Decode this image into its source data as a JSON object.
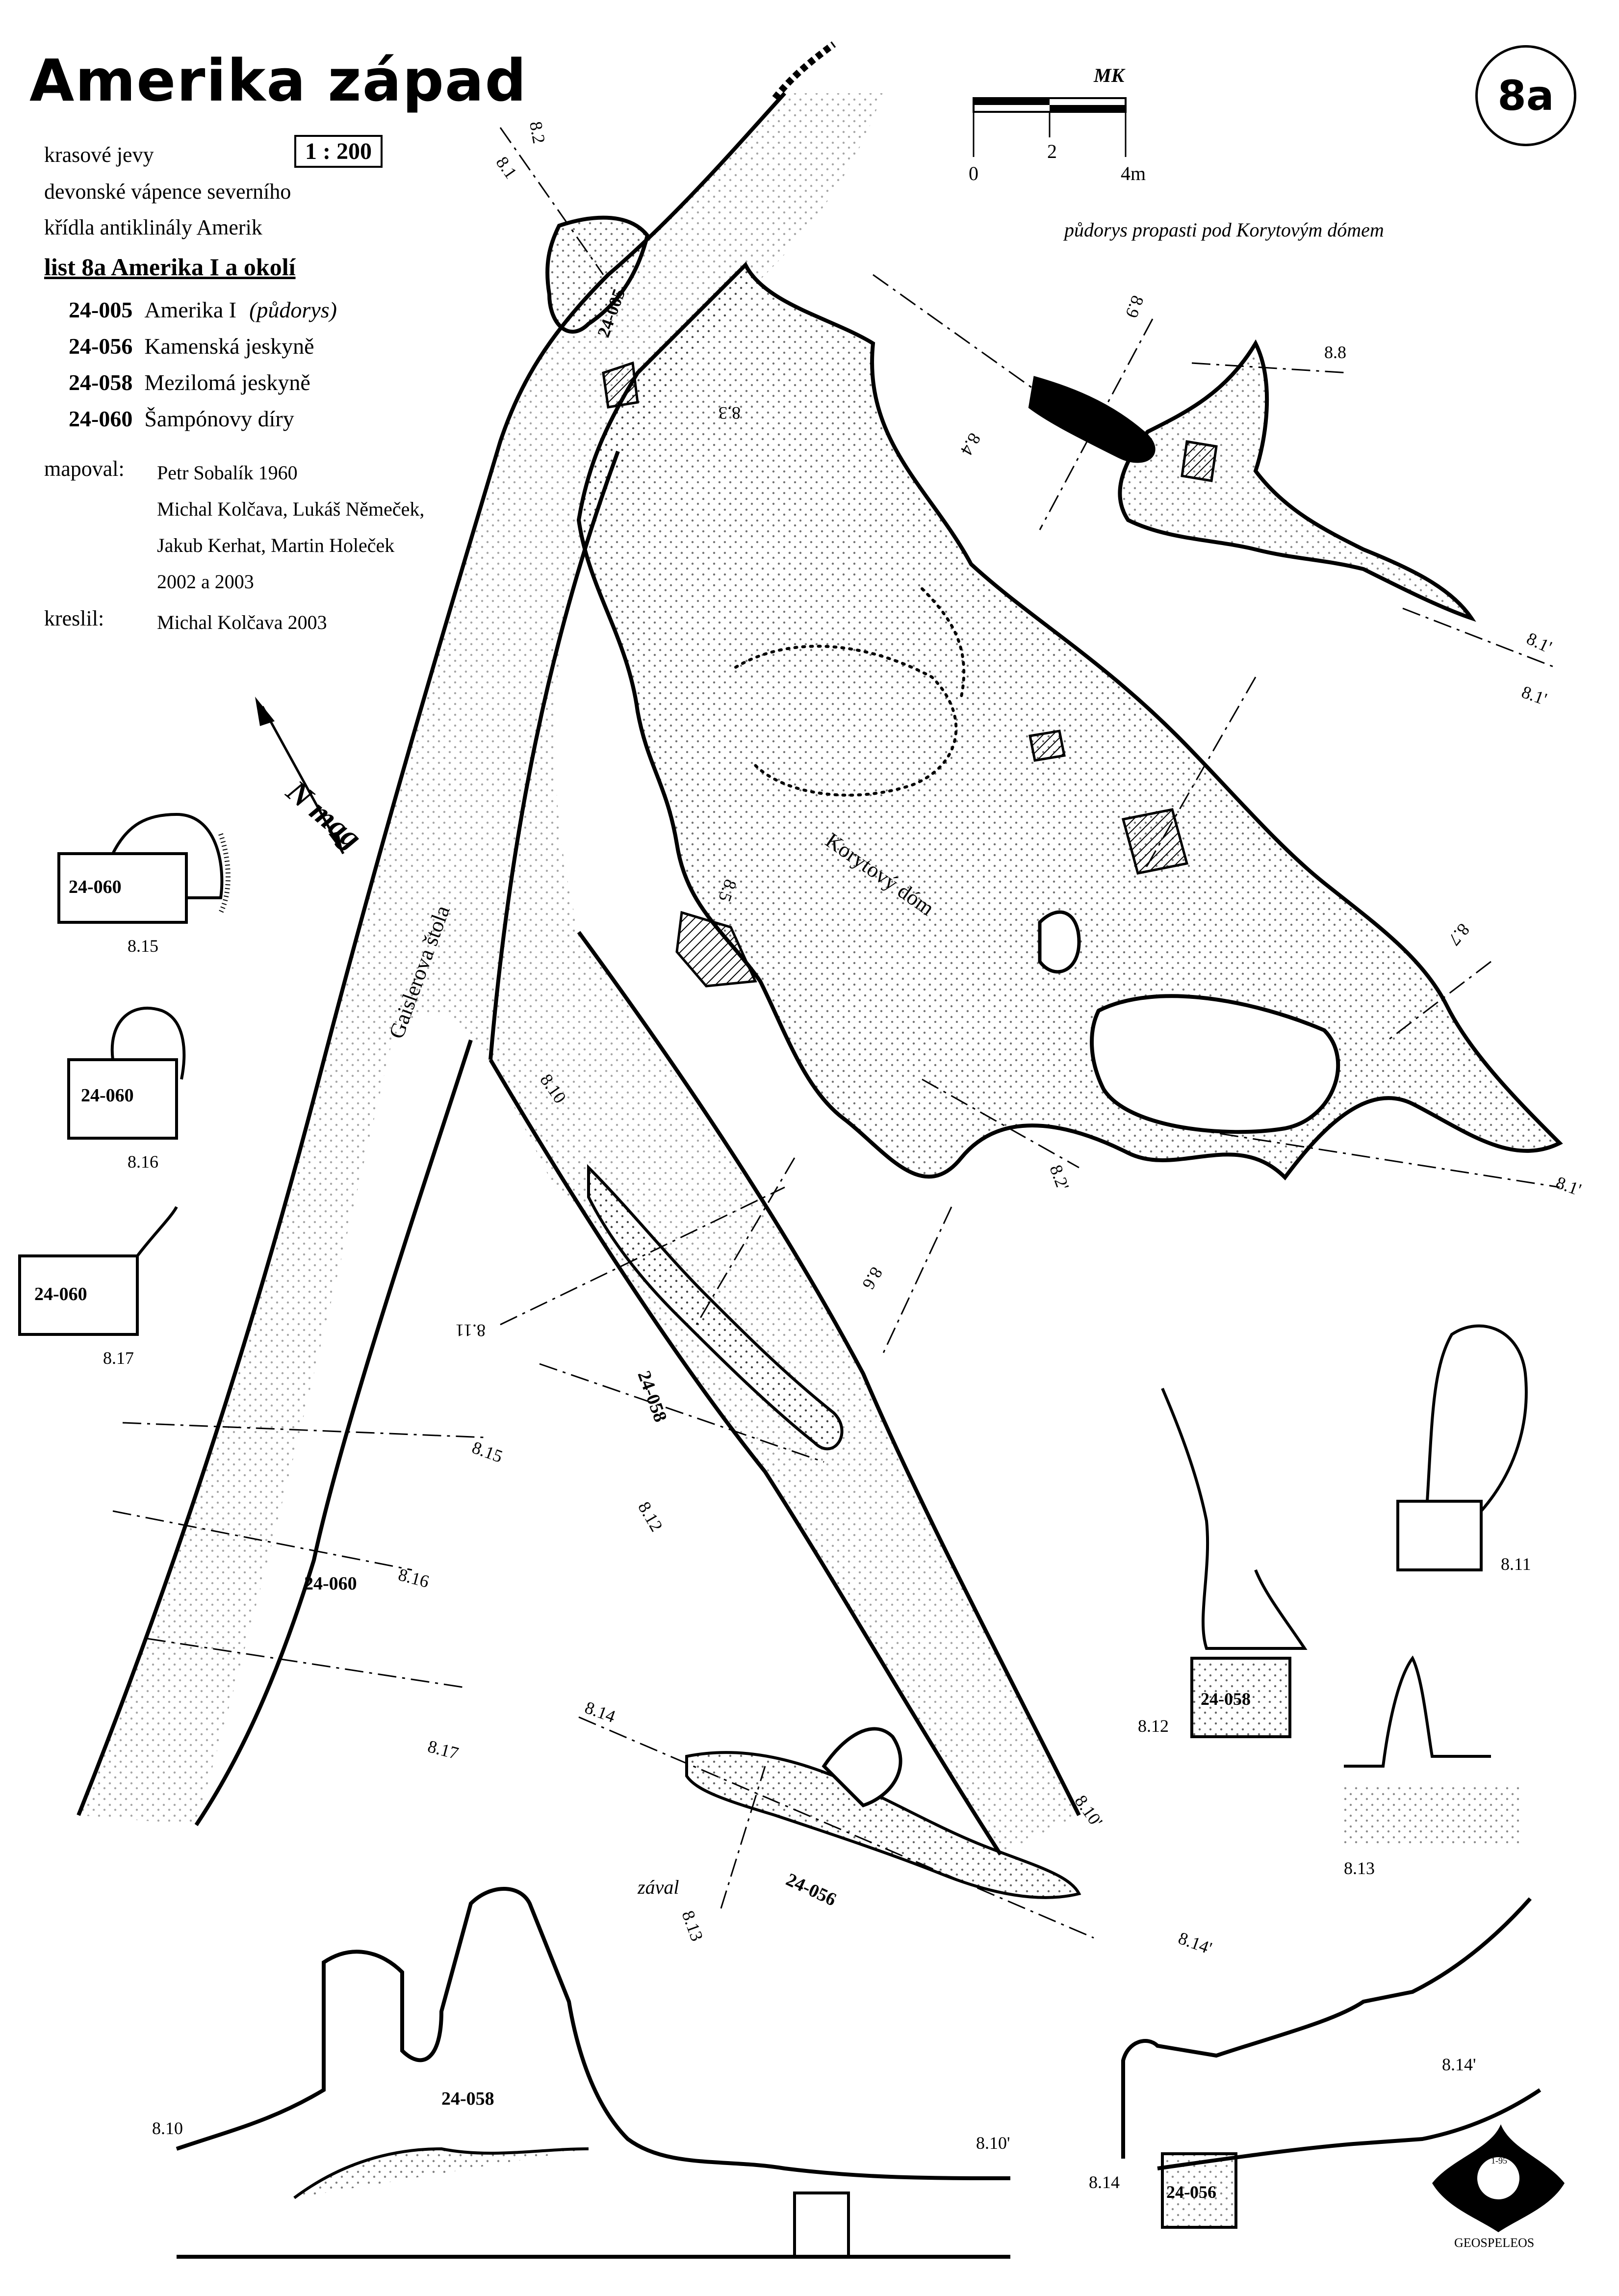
{
  "title": "Amerika západ",
  "sheet_number": "8a",
  "legend": {
    "line1": "krasové jevy",
    "scale_ratio": "1 : 200",
    "line2": "devonské vápence severního",
    "line3": "křídla antiklinály Amerik",
    "list_heading": "list 8a  Amerika I a okolí",
    "caves": [
      {
        "code": "24-005",
        "name": "Amerika I",
        "note": "(půdorys)"
      },
      {
        "code": "24-056",
        "name": "Kamenská jeskyně",
        "note": ""
      },
      {
        "code": "24-058",
        "name": "Mezilomá jeskyně",
        "note": ""
      },
      {
        "code": "24-060",
        "name": "Šampónovy díry",
        "note": ""
      }
    ],
    "mapped_label": "mapoval:",
    "mapped_lines": [
      "Petr Sobalík 1960",
      "Michal Kolčava, Lukáš Němeček,",
      "Jakub Kerhat, Martin Holeček",
      "2002 a 2003"
    ],
    "drawn_label": "kreslil:",
    "drawn_by": "Michal Kolčava 2003"
  },
  "scale_bar": {
    "ticks": [
      "0",
      "2",
      "4m"
    ],
    "signature": "MK"
  },
  "north_arrow": {
    "label": "N mag"
  },
  "inset_title": "půdorys propasti pod Korytovým dómem",
  "map_labels": {
    "korytovy_dom": "Korytový dóm",
    "geislerova_stola": "Gaislerova štola",
    "zaval": "zával",
    "cave_24_005": "24-005",
    "cave_24_058": "24-058",
    "cave_24_060": "24-060",
    "cave_24_056": "24-056"
  },
  "section_labels": [
    "8.1",
    "8.2",
    "8.3",
    "8.4",
    "8.5",
    "8.6",
    "8.7",
    "8.8",
    "8.9",
    "8.10",
    "8.11",
    "8.12",
    "8.13",
    "8.14",
    "8.15",
    "8.16",
    "8.17",
    "8.1'",
    "8.2'",
    "8.10'",
    "8.14'"
  ],
  "cross_sections": [
    {
      "id": "8.15",
      "cave": "24-060"
    },
    {
      "id": "8.16",
      "cave": "24-060"
    },
    {
      "id": "8.17",
      "cave": "24-060"
    },
    {
      "id": "8.11",
      "cave": ""
    },
    {
      "id": "8.12",
      "cave": "24-058"
    },
    {
      "id": "8.13",
      "cave": ""
    },
    {
      "id": "8.14",
      "cave": "24-056"
    }
  ],
  "profile": {
    "start": "8.10",
    "end": "8.10'",
    "cave": "24-058"
  },
  "profile2": {
    "start": "8.14",
    "end": "8.14'",
    "cave": "24-056"
  },
  "logo": {
    "text": "GEOSPELEOS",
    "year": "1-95"
  }
}
